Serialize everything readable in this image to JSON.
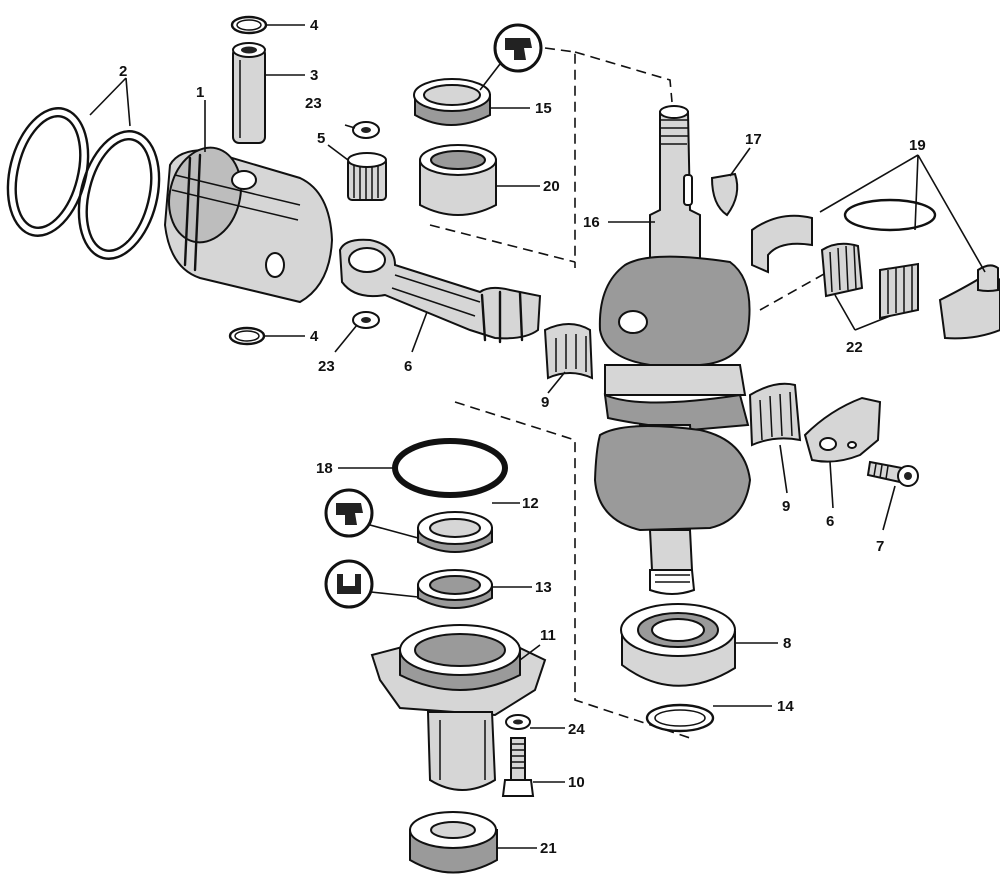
{
  "diagram": {
    "callouts": [
      {
        "id": "c1",
        "text": "1"
      },
      {
        "id": "c2",
        "text": "2"
      },
      {
        "id": "c3",
        "text": "3"
      },
      {
        "id": "c4a",
        "text": "4"
      },
      {
        "id": "c4b",
        "text": "4"
      },
      {
        "id": "c5",
        "text": "5"
      },
      {
        "id": "c6a",
        "text": "6"
      },
      {
        "id": "c6b",
        "text": "6"
      },
      {
        "id": "c7",
        "text": "7"
      },
      {
        "id": "c8",
        "text": "8"
      },
      {
        "id": "c9a",
        "text": "9"
      },
      {
        "id": "c9b",
        "text": "9"
      },
      {
        "id": "c10",
        "text": "10"
      },
      {
        "id": "c11",
        "text": "11"
      },
      {
        "id": "c12",
        "text": "12"
      },
      {
        "id": "c13",
        "text": "13"
      },
      {
        "id": "c14",
        "text": "14"
      },
      {
        "id": "c15",
        "text": "15"
      },
      {
        "id": "c16",
        "text": "16"
      },
      {
        "id": "c17",
        "text": "17"
      },
      {
        "id": "c18",
        "text": "18"
      },
      {
        "id": "c19",
        "text": "19"
      },
      {
        "id": "c20",
        "text": "20"
      },
      {
        "id": "c21",
        "text": "21"
      },
      {
        "id": "c22",
        "text": "22"
      },
      {
        "id": "c23a",
        "text": "23"
      },
      {
        "id": "c23b",
        "text": "23"
      },
      {
        "id": "c24",
        "text": "24"
      }
    ],
    "icons": [
      "seal-orientation-icon",
      "seal-orientation-icon",
      "seal-orientation-icon"
    ]
  }
}
